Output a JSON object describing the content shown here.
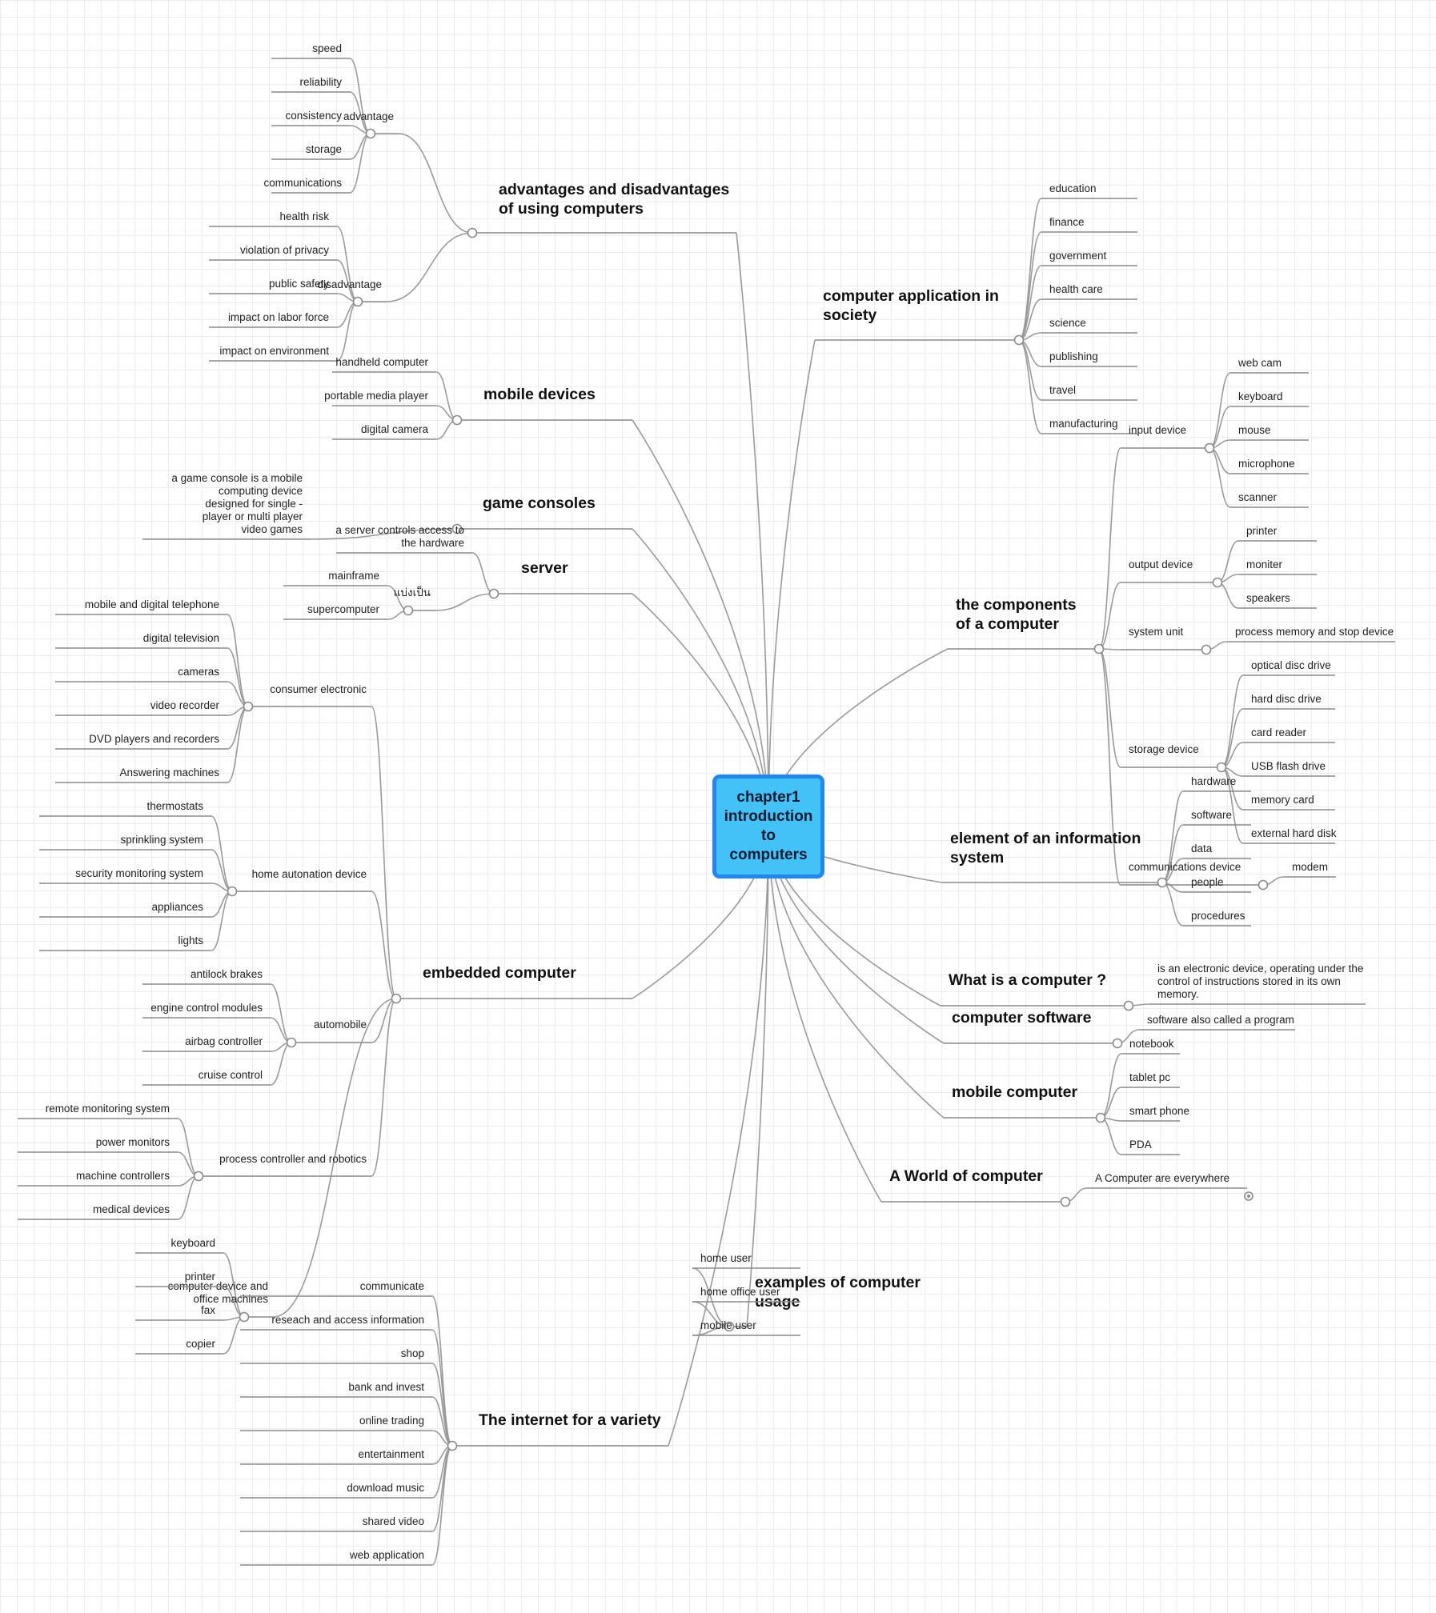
{
  "root": "chapter1\nintroduction\nto\ncomputers",
  "branches": [
    {
      "id": "adv",
      "label": "advantages and disadvantages\nof using computers",
      "nodes": [
        {
          "id": "adv_a",
          "label": "advantage",
          "children": [
            "speed",
            "reliability",
            "consistency",
            "storage",
            "communications"
          ]
        },
        {
          "id": "adv_d",
          "label": "disadvantage",
          "children": [
            "health risk",
            "violation of privacy",
            "public safety",
            "impact on labor force",
            "impact on environment"
          ]
        }
      ]
    },
    {
      "id": "mob",
      "label": "mobile devices",
      "children": [
        "handheld computer",
        "portable media player",
        "digital camera"
      ]
    },
    {
      "id": "gam",
      "label": "game consoles",
      "children": [
        "a game console is a mobile\ncomputing device\ndesigned for single -\nplayer or multi player\nvideo games"
      ]
    },
    {
      "id": "srv",
      "label": "server",
      "children": [
        "a server controls access to\nthe  hardware"
      ],
      "nodes": [
        {
          "id": "srv_b",
          "label": "แบ่งเป็น",
          "children": [
            "mainframe",
            "supercomputer"
          ]
        }
      ]
    },
    {
      "id": "emb",
      "label": "embedded computer",
      "nodes": [
        {
          "id": "emb_c",
          "label": "consumer electronic",
          "children": [
            "mobile and digital telephone",
            "digital television",
            "cameras",
            "video recorder",
            "DVD players and recorders",
            "Answering machines"
          ]
        },
        {
          "id": "emb_h",
          "label": "home autonation device",
          "children": [
            "thermostats",
            "sprinkling system",
            "security monitoring system",
            "appliances",
            "lights"
          ]
        },
        {
          "id": "emb_a",
          "label": "automobile",
          "children": [
            "antilock brakes",
            "engine control modules",
            "airbag controller",
            "cruise control"
          ]
        },
        {
          "id": "emb_p",
          "label": "process controller and robotics",
          "children": [
            "remote monitoring system",
            "power monitors",
            "machine controllers",
            "medical devices"
          ]
        },
        {
          "id": "emb_o",
          "label": "computer device and\noffice machines",
          "children": [
            "keyboard",
            "printer",
            "fax",
            "copier"
          ]
        }
      ]
    },
    {
      "id": "int",
      "label": "The internet for a variety",
      "children": [
        "communicate",
        "reseach and access information",
        "shop",
        "bank and invest",
        "online trading",
        "entertainment",
        "download music",
        "shared video",
        "web application"
      ]
    },
    {
      "id": "exa",
      "label": "examples of computer\nusage",
      "children": [
        "home user",
        "home office user",
        "mobile user"
      ]
    },
    {
      "id": "app",
      "label": "computer application in\nsociety",
      "children": [
        "education",
        "finance",
        "government",
        "health care",
        "science",
        "publishing",
        "travel",
        "manufacturing"
      ]
    },
    {
      "id": "cmp",
      "label": "the components\nof a computer",
      "nodes": [
        {
          "id": "cmp_i",
          "label": "input device",
          "children": [
            "web cam",
            "keyboard",
            "mouse",
            "microphone",
            "scanner"
          ]
        },
        {
          "id": "cmp_o",
          "label": "output device",
          "children": [
            "printer",
            "moniter",
            "speakers"
          ]
        },
        {
          "id": "cmp_s",
          "label": "system unit",
          "children": [
            "process memory and stop device"
          ]
        },
        {
          "id": "cmp_t",
          "label": "storage device",
          "children": [
            "optical disc drive",
            "hard disc drive",
            "card reader",
            "USB flash drive",
            "memory card",
            "external hard disk"
          ]
        },
        {
          "id": "cmp_c",
          "label": "communications device",
          "children": [
            "modem"
          ]
        }
      ]
    },
    {
      "id": "ele",
      "label": "element of an information\nsystem",
      "children": [
        "hardware",
        "software",
        "data",
        "people",
        "procedures"
      ]
    },
    {
      "id": "wha",
      "label": "What is a computer ?",
      "children": [
        "is an electronic device, operating under the\ncontrol of instructions stored in its own\nmemory."
      ]
    },
    {
      "id": "sof",
      "label": "computer  software",
      "children": [
        "software also called a program"
      ]
    },
    {
      "id": "mcp",
      "label": "mobile computer",
      "children": [
        "notebook",
        "tablet pc",
        "smart phone",
        "PDA"
      ]
    },
    {
      "id": "wor",
      "label": "A World of computer",
      "children": [
        "A Computer are everywhere"
      ]
    }
  ]
}
